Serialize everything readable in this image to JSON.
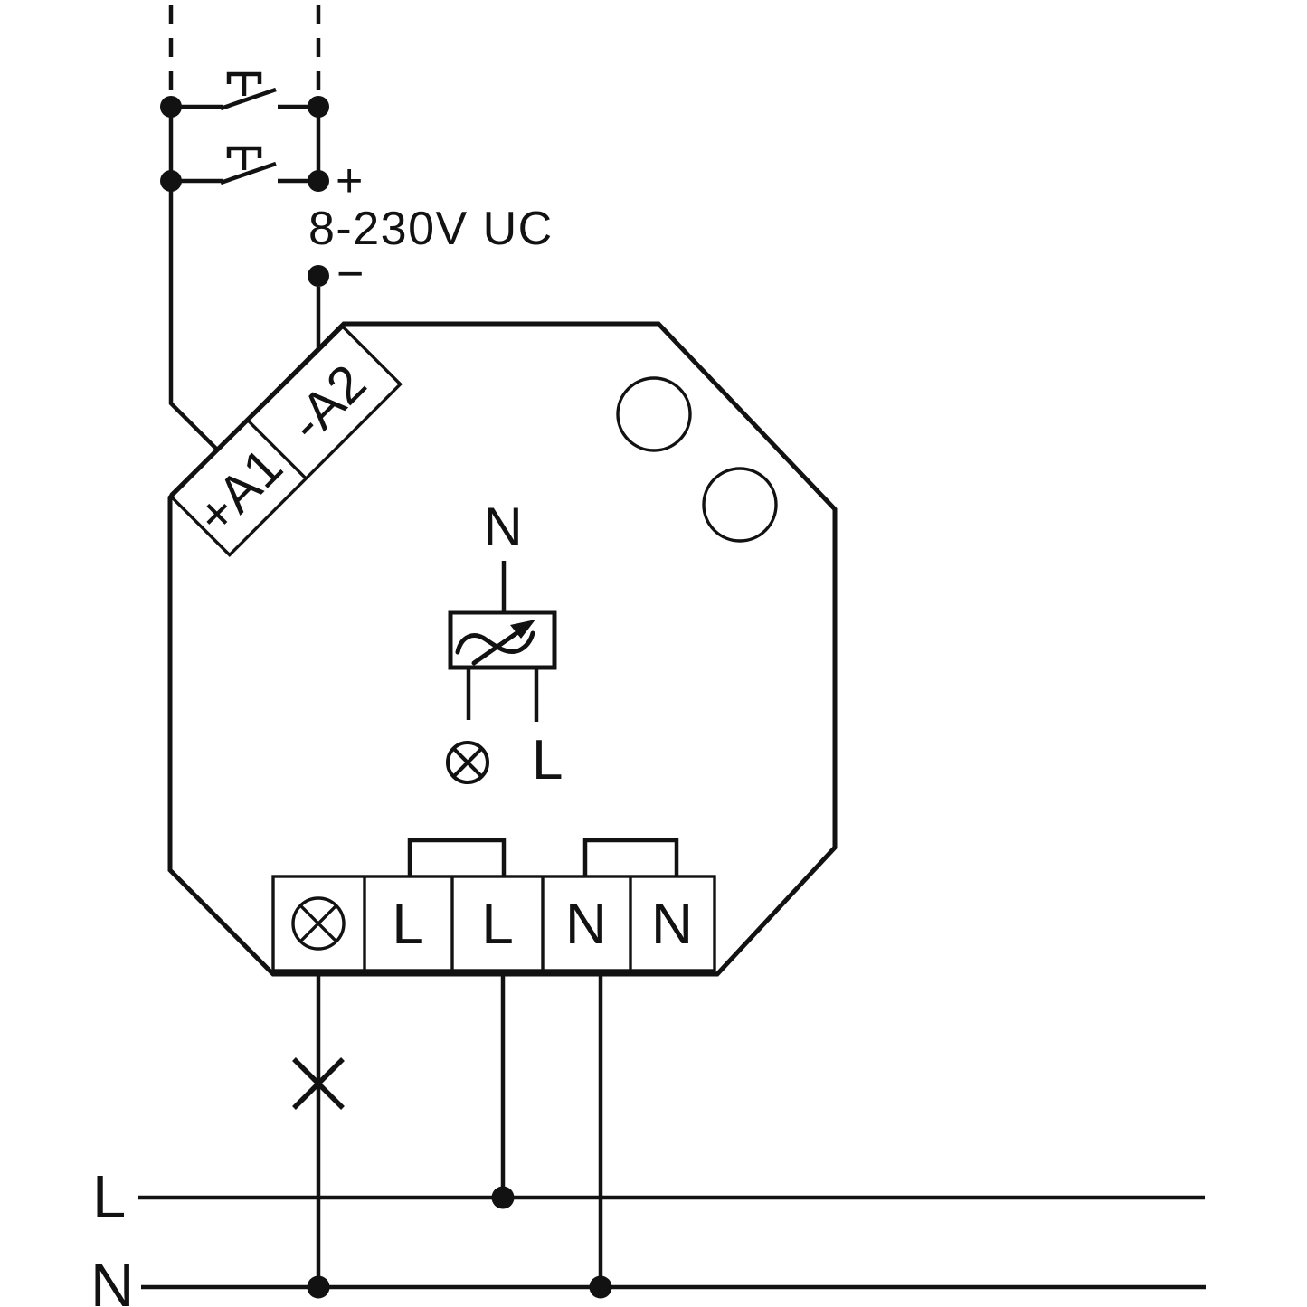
{
  "diagram_title": "Universal dimmer flush-mount wiring diagram",
  "colors": {
    "line": "#121212",
    "background": "#ffffff"
  },
  "labels": {
    "plus": "+",
    "minus": "−",
    "supply_voltage": "8-230V UC",
    "terminal_a1": "+A1",
    "terminal_a2": "-A2",
    "internal_neutral": "N",
    "internal_live": "L",
    "terminal_l1": "L",
    "terminal_l2": "L",
    "terminal_n1": "N",
    "terminal_n2": "N",
    "bus_live": "L",
    "bus_neutral": "N"
  },
  "icons": {
    "lamp": "circle with diagonal cross (load/lamp symbol)",
    "dimmer": "wave crossed by up-right arrow (dimmer symbol)",
    "pushbutton": "momentary pushbutton contact with T actuator",
    "load_cross": "X mark on conductor (lamp load)",
    "junction": "filled dot (wire junction)",
    "mounting_hole": "open circle"
  }
}
